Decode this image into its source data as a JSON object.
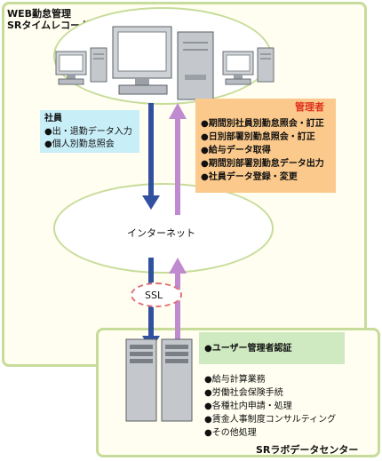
{
  "title": {
    "line1": "WEB勤怠管理",
    "line2": "SRタイムレコーダー"
  },
  "employee": {
    "heading": "社員",
    "items": [
      "●出・退勤データ入力",
      "●個人別勤怠照会"
    ]
  },
  "admin": {
    "heading": "管理者",
    "items": [
      "●期間別社員別勤怠照会・訂正",
      "●日別部署別勤怠照会・訂正",
      "●給与データ取得",
      "●期間別部署別勤怠データ出力",
      "●社員データ登録・変更"
    ]
  },
  "internet_label": "インターネット",
  "ssl_label": "SSL",
  "datacenter": {
    "user_auth": "●ユーザー管理者認証",
    "services": [
      "●給与計算業務",
      "●労働社会保険手続",
      "●各種社内申請・処理",
      "●賃金人事制度コンサルティング",
      "●その他処理"
    ],
    "footer": "SRラボデータセンター"
  },
  "colors": {
    "frame": "#c7dc9a",
    "employee_box": "#c8eef8",
    "admin_box": "#fbc98b",
    "admin_heading": "#e0301e",
    "user_auth_box": "#cfe9c0",
    "arrow_down": "#3250a0",
    "arrow_up": "#c08ad0",
    "ssl_border": "#e07070"
  }
}
